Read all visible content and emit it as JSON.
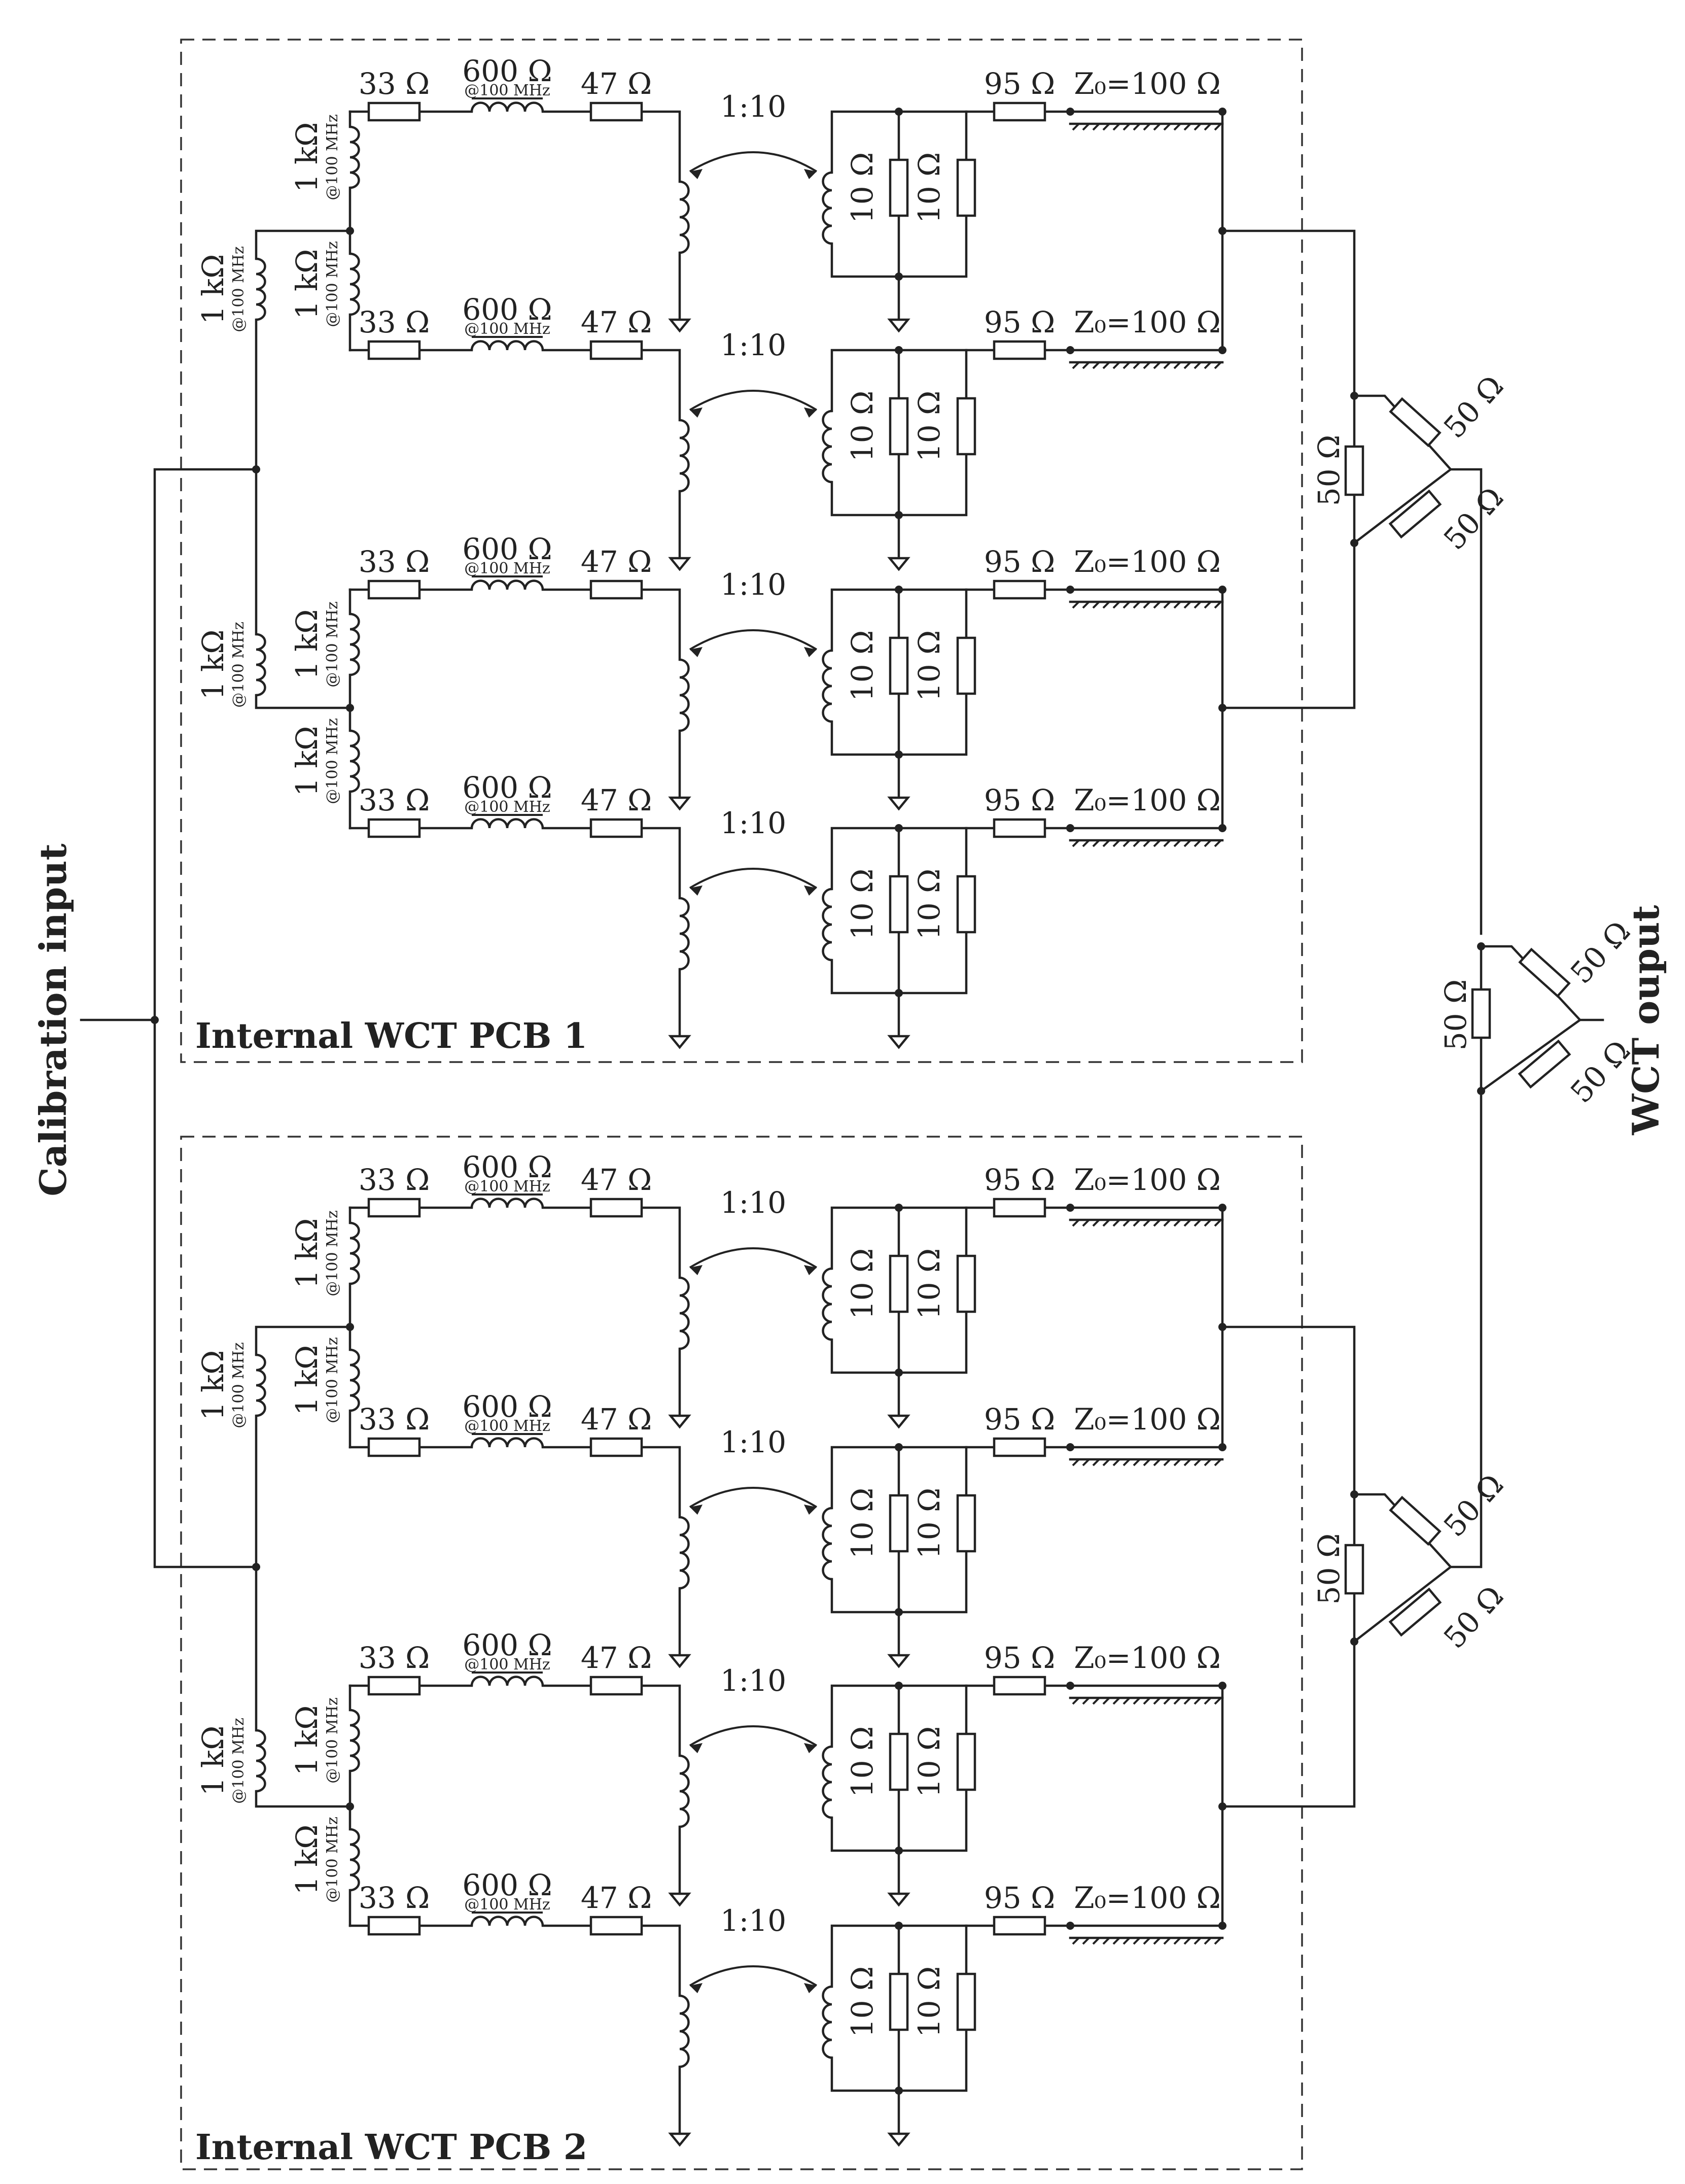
{
  "labels": {
    "pcb1": "Internal WCT PCB 1",
    "pcb2": "Internal WCT PCB 2",
    "input": "Calibration input",
    "output": "WCT ouput",
    "r33": "33 Ω",
    "ferrite": "600 Ω",
    "ferrite_freq": "@100 MHz",
    "r47": "47 Ω",
    "ratio": "1:10",
    "r10": "10 Ω",
    "r95": "95 Ω",
    "z0": "Z₀=100 Ω",
    "choke": "1 kΩ",
    "choke_freq": "@100 MHz",
    "r50": "50 Ω"
  },
  "boards": [
    {
      "name": "pcb1",
      "channels": 4
    },
    {
      "name": "pcb2",
      "channels": 4
    }
  ],
  "colors": {
    "ink": "#222222",
    "background": "#ffffff"
  }
}
